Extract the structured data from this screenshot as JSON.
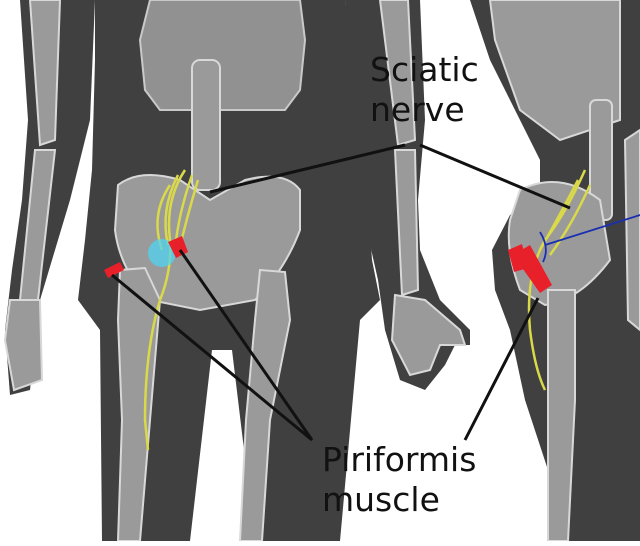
{
  "labels": {
    "sciatic_line1": "Sciatic",
    "sciatic_line2": "nerve",
    "piriformis_line1": "Piriformis",
    "piriformis_line2": "muscle"
  },
  "colors": {
    "background": "#ffffff",
    "body_silhouette": "#404040",
    "bone": "#9a9a9a",
    "bone_outline": "#d8d8d8",
    "nerve": "#d9d94a",
    "muscle": "#e8202a",
    "pain_glow": "#4fd3f0",
    "leader_line": "#111111",
    "accent_line": "#1a2fb0"
  }
}
